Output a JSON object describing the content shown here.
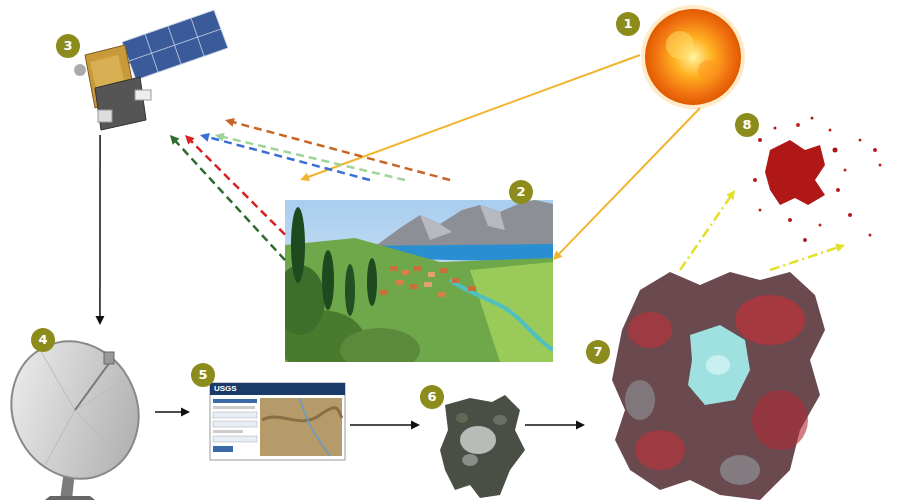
{
  "diagram": {
    "nodes": [
      {
        "text": [
          "1"
        ]
      },
      {
        "text": [
          "2"
        ]
      },
      {
        "text": [
          "3"
        ]
      },
      {
        "text": [
          "4"
        ]
      },
      {
        "text": [
          "5"
        ]
      },
      {
        "text": [
          "6"
        ]
      },
      {
        "text": [
          "7"
        ]
      },
      {
        "text": [
          "8"
        ]
      }
    ],
    "edges": [
      {
        "from": 0,
        "to": 1,
        "arrow": "to"
      },
      {
        "from": 0,
        "to": 1,
        "arrow": "to"
      },
      {
        "from": 1,
        "to": 2,
        "arrow": "to"
      },
      {
        "from": 1,
        "to": 2,
        "arrow": "to"
      },
      {
        "from": 1,
        "to": 2,
        "arrow": "to"
      },
      {
        "from": 1,
        "to": 2,
        "arrow": "to"
      },
      {
        "from": 1,
        "to": 2,
        "arrow": "to"
      },
      {
        "from": 2,
        "to": 3,
        "arrow": "to"
      },
      {
        "from": 3,
        "to": 4,
        "arrow": "to"
      },
      {
        "from": 4,
        "to": 5,
        "arrow": "to"
      },
      {
        "from": 5,
        "to": 6,
        "arrow": "to"
      },
      {
        "from": 6,
        "to": 7,
        "arrow": "to"
      },
      {
        "from": 6,
        "to": 7,
        "arrow": "to"
      }
    ],
    "labels": [
      "USGS"
    ]
  }
}
